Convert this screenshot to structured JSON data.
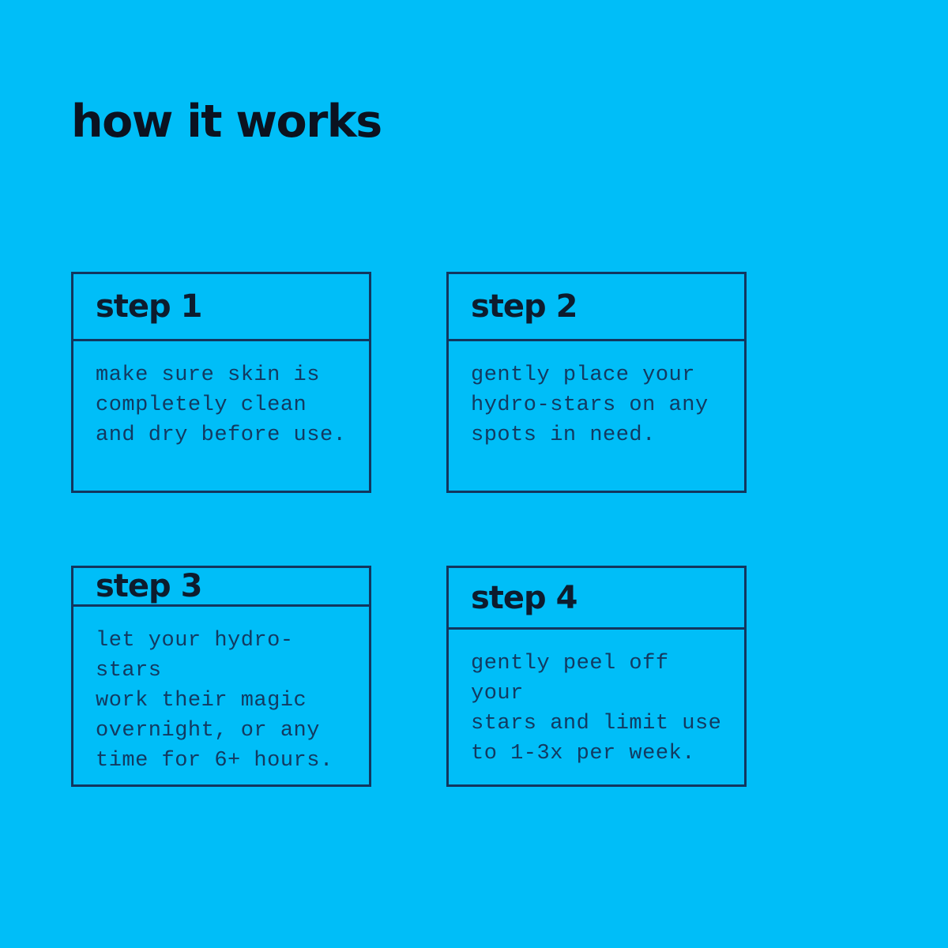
{
  "colors": {
    "background": "#00BEF8",
    "border": "#12365E",
    "title": "#0B1220",
    "step_header": "#0D1C2E",
    "body_text": "#123A61"
  },
  "title": "how it works",
  "steps": [
    {
      "label": "step 1",
      "description": "make sure skin is\ncompletely clean\nand dry before use."
    },
    {
      "label": "step 2",
      "description": "gently place your\nhydro-stars on any\nspots in need."
    },
    {
      "label": "step 3",
      "description": "let your hydro-stars\nwork their magic\novernight, or any\ntime for 6+ hours."
    },
    {
      "label": "step 4",
      "description": "gently peel off your\nstars and limit use\nto 1-3x per week."
    }
  ]
}
